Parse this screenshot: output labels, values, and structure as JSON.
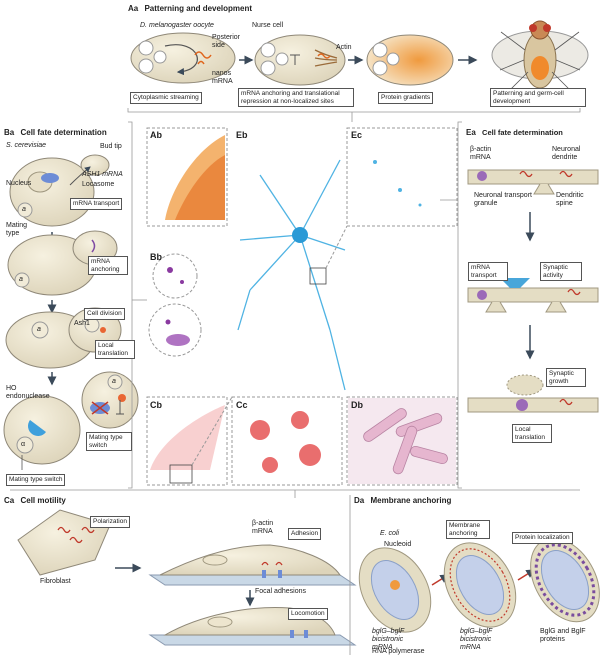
{
  "panelA": {
    "title_letter": "Aa",
    "title": "Patterning and development",
    "oocyte_label": "D. melanogaster oocyte",
    "posterior_label": "Posterior side",
    "nanos_label": "nanos mRNA",
    "nurse_label": "Nurse cell",
    "actin_label": "Actin",
    "box1": "Cytoplasmic streaming",
    "box2": "mRNA anchoring and translational repression at non-localized sites",
    "box3": "Protein gradients",
    "box4": "Patterning and germ-cell development"
  },
  "panelB": {
    "title_letter": "Ba",
    "title": "Cell fate determination",
    "yeast": "S. cerevisiae",
    "bud_tip": "Bud tip",
    "nucleus": "Nucleus",
    "ash1": "ASH1 mRNA",
    "locasome": "Locasome",
    "transport": "mRNA transport",
    "mating": "Mating type",
    "anchoring": "mRNA anchoring",
    "division": "Cell division",
    "ash1p": "Ash1",
    "local": "Local translation",
    "ho": "HO endonuclease",
    "switch1": "Mating type switch",
    "switch2": "Mating type switch",
    "a": "a",
    "alpha": "α"
  },
  "micro": {
    "ab": "Ab",
    "bb": "Bb",
    "cb": "Cb",
    "cc": "Cc",
    "db": "Db",
    "eb": "Eb",
    "ec": "Ec"
  },
  "panelE": {
    "title_letter": "Ea",
    "title": "Cell fate determination",
    "bactin": "β-actin mRNA",
    "dendrite": "Neuronal dendrite",
    "granule": "Neuronal transport granule",
    "spine": "Dendritic spine",
    "mtransport": "mRNA transport",
    "synaptic": "Synaptic activity",
    "growth": "Synaptic growth",
    "local": "Local translation"
  },
  "panelC": {
    "title_letter": "Ca",
    "title": "Cell motility",
    "polarization": "Polarization",
    "fibroblast": "Fibroblast",
    "bactin": "β-actin mRNA",
    "adhesion": "Adhesion",
    "focal": "Focal adhesions",
    "locomotion": "Locomotion"
  },
  "panelD": {
    "title_letter": "Da",
    "title": "Membrane anchoring",
    "ecoli": "E. coli",
    "nucleoid": "Nucleoid",
    "membrane": "Membrane anchoring",
    "protloc": "Protein localization",
    "bgl1": "bglG–bglF bicistronic mRNA",
    "bgl2": "bglG–bglF bicistronic mRNA",
    "rnap": "RNA polymerase",
    "proteins": "BglG and BglF proteins"
  }
}
